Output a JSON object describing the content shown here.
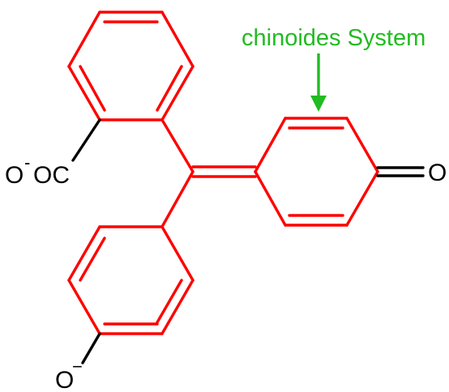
{
  "diagram": {
    "annotation": "chinoides System",
    "labels": {
      "carboxylate_o": "O",
      "carboxylate_charge": "-",
      "carboxylate_rest": "OC",
      "carbonyl_o": "O",
      "phenoxide_o": "O",
      "phenoxide_charge": "−"
    }
  },
  "colors": {
    "ring_bonds": "#ff0000",
    "other_bonds": "#000000",
    "annotation": "#22bb22",
    "labels": "#000000"
  }
}
